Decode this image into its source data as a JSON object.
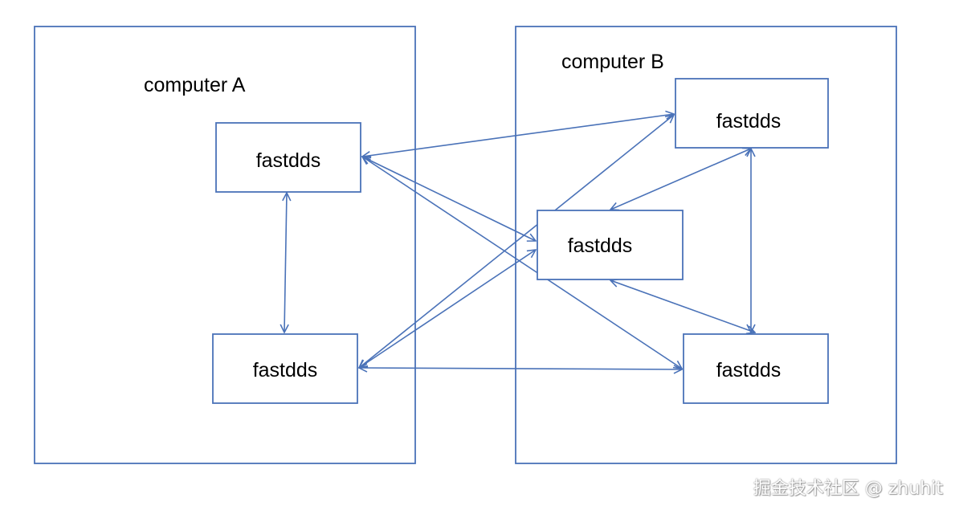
{
  "computers": [
    {
      "id": "A",
      "label": "computer A"
    },
    {
      "id": "B",
      "label": "computer B"
    }
  ],
  "nodes": [
    {
      "id": "a1",
      "computer": "A",
      "label": "fastdds"
    },
    {
      "id": "a2",
      "computer": "A",
      "label": "fastdds"
    },
    {
      "id": "b1",
      "computer": "B",
      "label": "fastdds"
    },
    {
      "id": "b2",
      "computer": "B",
      "label": "fastdds"
    },
    {
      "id": "b3",
      "computer": "B",
      "label": "fastdds"
    }
  ],
  "connections": [
    {
      "from": "a1",
      "to": "a2",
      "bidirectional": true
    },
    {
      "from": "a1",
      "to": "b1",
      "bidirectional": true
    },
    {
      "from": "a1",
      "to": "b2",
      "bidirectional": true
    },
    {
      "from": "a1",
      "to": "b3",
      "bidirectional": true
    },
    {
      "from": "a2",
      "to": "b1",
      "bidirectional": true
    },
    {
      "from": "a2",
      "to": "b2",
      "bidirectional": true
    },
    {
      "from": "a2",
      "to": "b3",
      "bidirectional": true
    },
    {
      "from": "b1",
      "to": "b2",
      "bidirectional": true
    },
    {
      "from": "b1",
      "to": "b3",
      "bidirectional": true
    },
    {
      "from": "b2",
      "to": "b3",
      "bidirectional": true
    }
  ],
  "colors": {
    "stroke": "#4a72b8",
    "text": "#000000",
    "background": "#ffffff"
  },
  "watermark": "掘金技术社区 @ zhuhit"
}
